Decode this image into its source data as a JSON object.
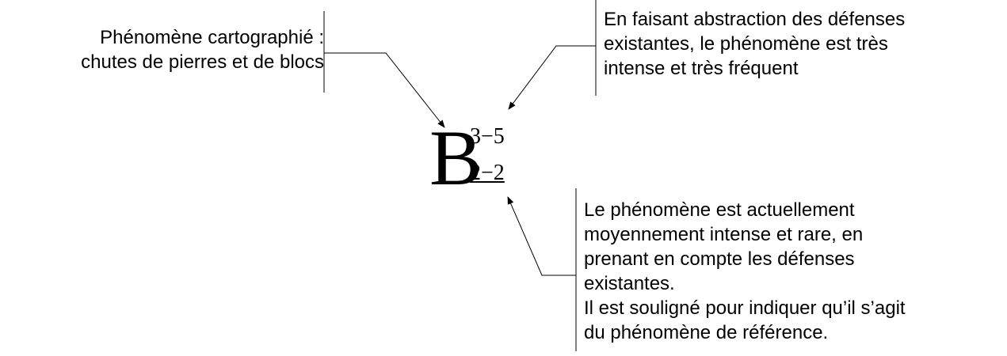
{
  "notation": {
    "letter": "B",
    "superscript": "3−5",
    "subscript": "2−2"
  },
  "callouts": {
    "left": {
      "lines": [
        "Phénomène cartographié :",
        "chutes de pierres et de blocs"
      ]
    },
    "top_right": {
      "lines": [
        "En faisant abstraction des défenses",
        "existantes, le phénomène est très",
        "intense et très fréquent"
      ]
    },
    "bottom_right": {
      "lines": [
        "Le phénomène est actuellement",
        "moyennement intense et rare, en",
        "prenant en compte les défenses",
        "existantes.",
        "Il est souligné pour indiquer qu’il s’agit",
        "du phénomène de référence."
      ]
    }
  }
}
